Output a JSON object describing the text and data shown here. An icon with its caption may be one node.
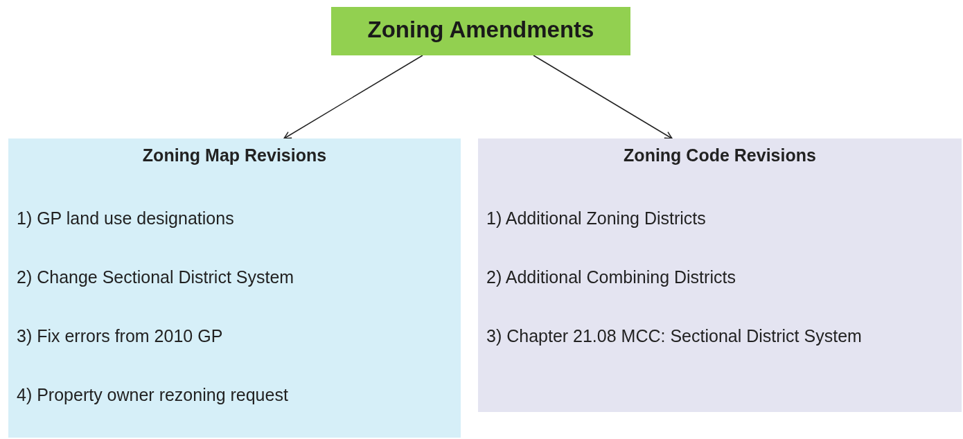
{
  "diagram": {
    "nodes": [
      {
        "text": [
          "Zoning Amendments"
        ]
      },
      {
        "text": [
          "Zoning Map Revisions",
          "1) GP land use designations",
          "2) Change Sectional District System",
          "3) Fix errors from 2010 GP",
          "4) Property owner rezoning request"
        ]
      },
      {
        "text": [
          "Zoning Code Revisions",
          "1) Additional Zoning Districts",
          "2) Additional Combining Districts",
          "3) Chapter 21.08 MCC: Sectional District System"
        ]
      }
    ],
    "edges": [
      {
        "from": 0,
        "to": 1,
        "arrow": "to"
      },
      {
        "from": 0,
        "to": 2,
        "arrow": "to"
      }
    ]
  }
}
